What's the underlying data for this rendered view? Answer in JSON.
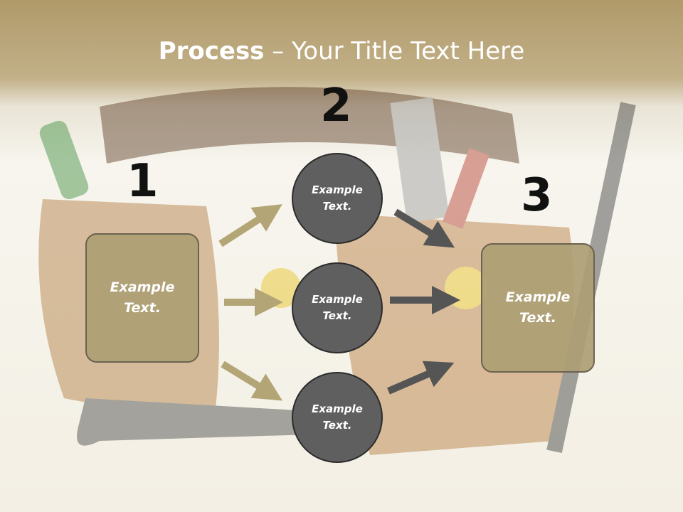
{
  "title": {
    "bold": "Process",
    "rest": " – Your Title Text Here"
  },
  "steps": [
    {
      "number": "1"
    },
    {
      "number": "2"
    },
    {
      "number": "3"
    }
  ],
  "left_box": {
    "text": "Example\nText."
  },
  "right_box": {
    "text": "Example\nText."
  },
  "circles": [
    {
      "text": "Example\nText."
    },
    {
      "text": "Example\nText."
    },
    {
      "text": "Example\nText."
    }
  ],
  "colors": {
    "box_fill": "#ad9e74",
    "circle_fill": "#5f5f5f",
    "left_arrows": "#b3a575",
    "right_arrows": "#555555",
    "header": "#b09a6a"
  }
}
